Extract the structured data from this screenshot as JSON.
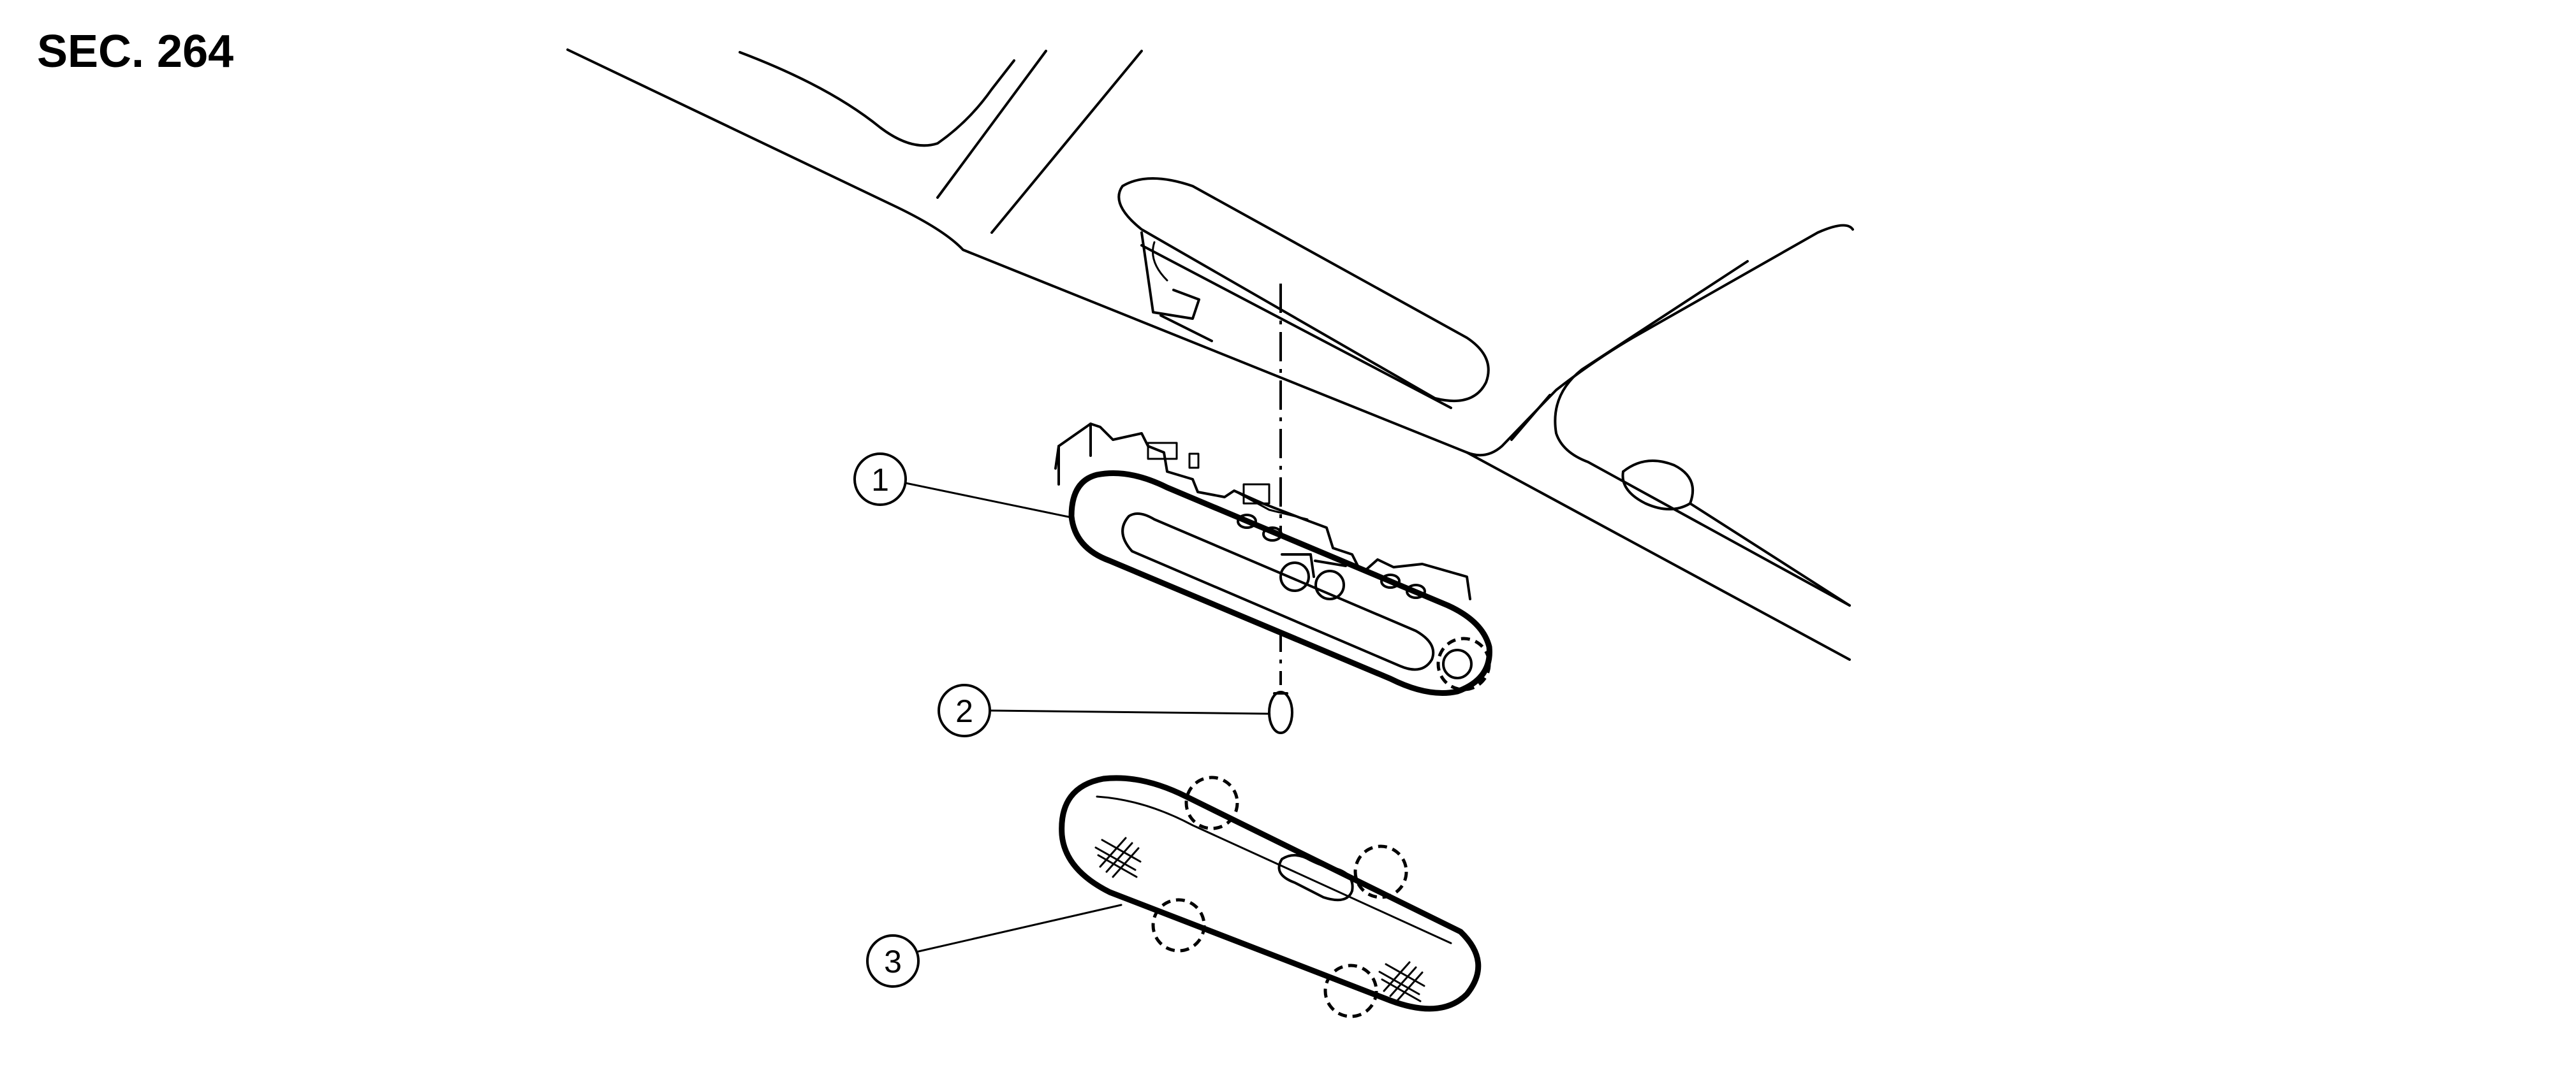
{
  "section_label": "SEC. 264",
  "callouts": [
    {
      "number": "1"
    },
    {
      "number": "2"
    },
    {
      "number": "3"
    }
  ]
}
